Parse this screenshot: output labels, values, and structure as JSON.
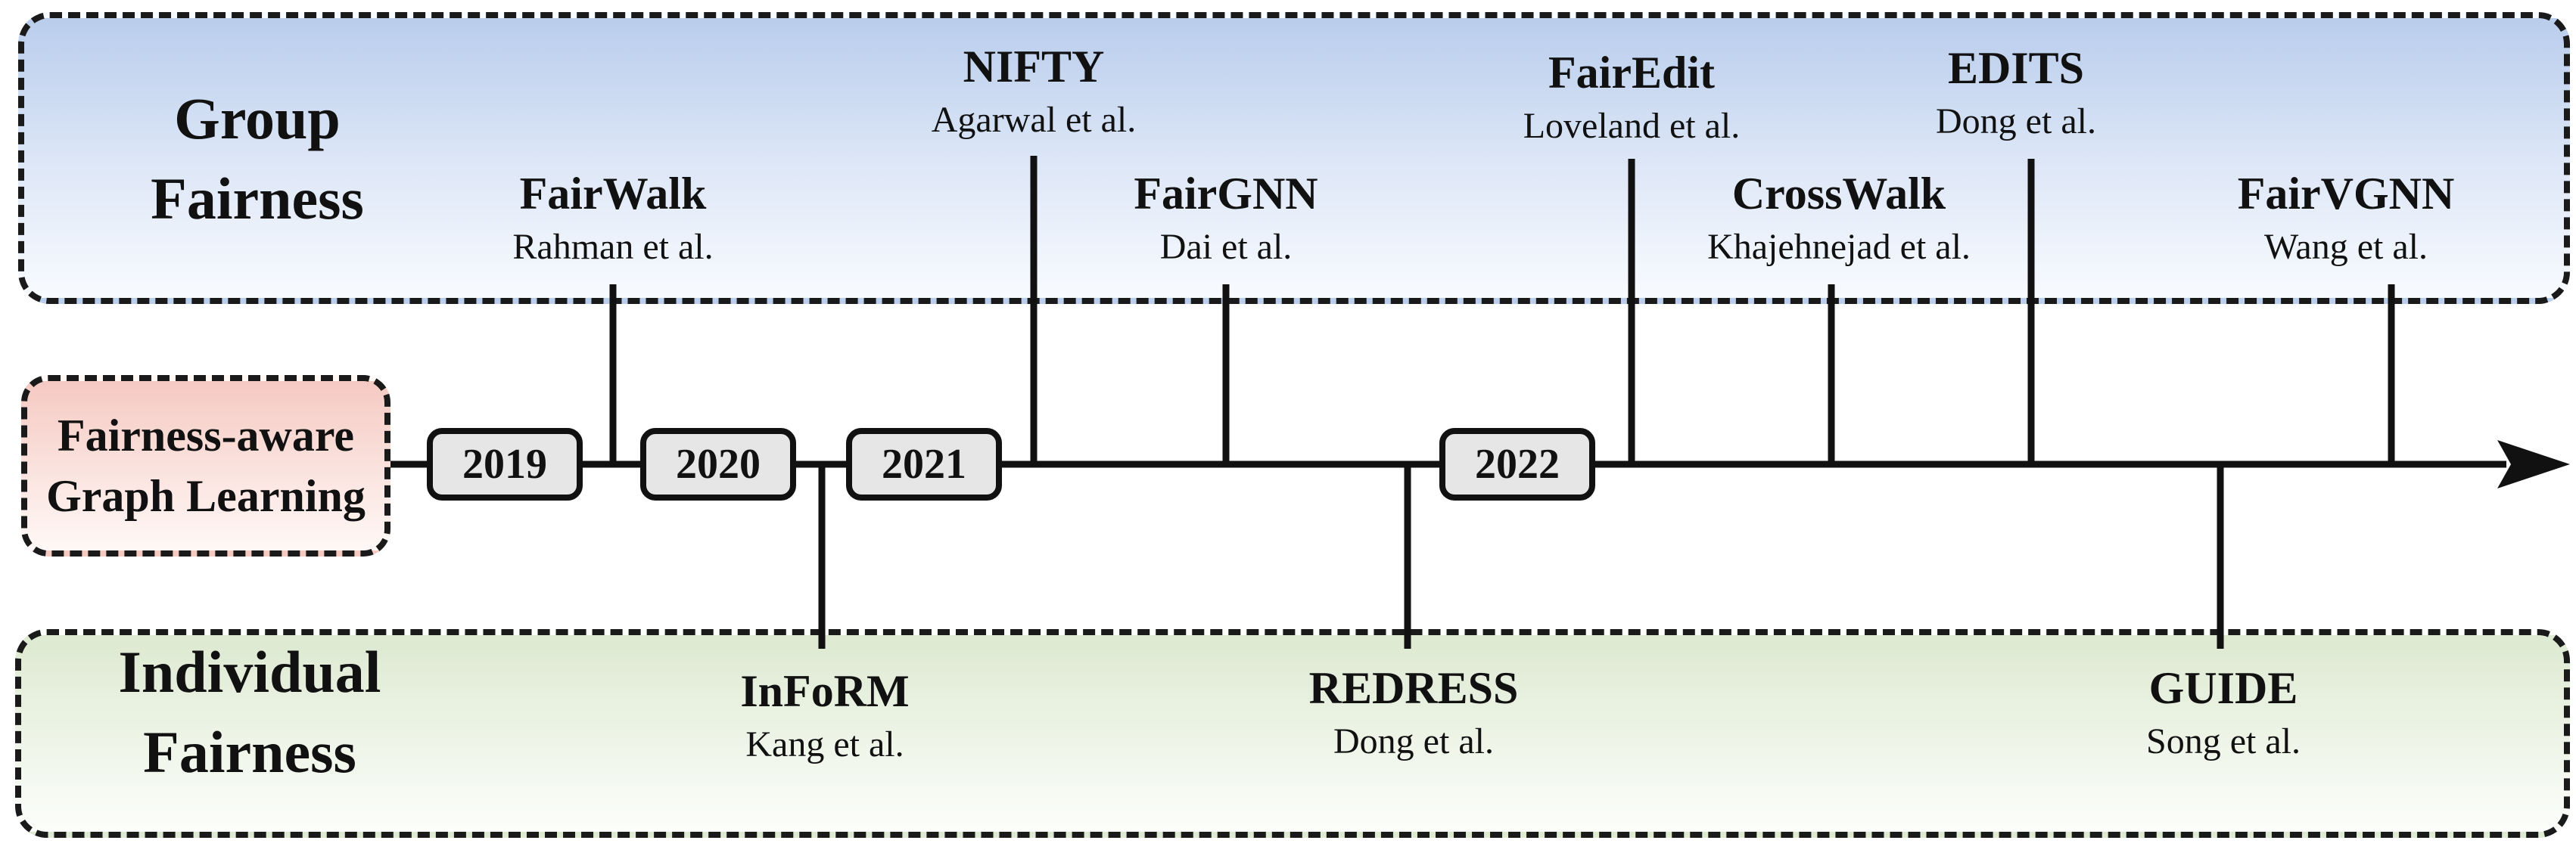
{
  "group_region": {
    "title_line1": "Group",
    "title_line2": "Fairness"
  },
  "individual_region": {
    "title_line1": "Individual",
    "title_line2": "Fairness"
  },
  "root": {
    "line1": "Fairness-aware",
    "line2": "Graph Learning"
  },
  "years": [
    "2019",
    "2020",
    "2021",
    "2022"
  ],
  "group_methods": [
    {
      "name": "FairWalk",
      "author": "Rahman et al."
    },
    {
      "name": "NIFTY",
      "author": "Agarwal et al."
    },
    {
      "name": "FairGNN",
      "author": "Dai et al."
    },
    {
      "name": "FairEdit",
      "author": "Loveland et al."
    },
    {
      "name": "CrossWalk",
      "author": "Khajehnejad et al."
    },
    {
      "name": "EDITS",
      "author": "Dong et al."
    },
    {
      "name": "FairVGNN",
      "author": "Wang et al."
    }
  ],
  "individual_methods": [
    {
      "name": "InFoRM",
      "author": "Kang et al."
    },
    {
      "name": "REDRESS",
      "author": "Dong et al."
    },
    {
      "name": "GUIDE",
      "author": "Song et al."
    }
  ],
  "colors": {
    "line": "#111111",
    "group_fill": "#b9cdec",
    "individual_fill": "#dde9d1",
    "root_fill": "#f5c9c2",
    "year_fill": "#e6e6e6"
  }
}
